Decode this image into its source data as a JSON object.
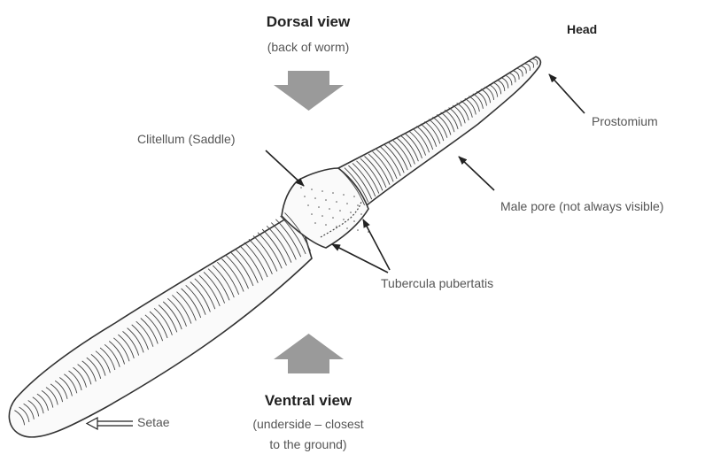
{
  "top_view": {
    "title": "Dorsal view",
    "subtitle": "(back of worm)"
  },
  "bottom_view": {
    "title": "Ventral view",
    "subtitle_line1": "(underside – closest",
    "subtitle_line2": "to the ground)"
  },
  "labels": {
    "head": "Head",
    "prostomium": "Prostomium",
    "clitellum": "Clitellum (Saddle)",
    "male_pore": "Male pore (not always visible)",
    "tubercula": "Tubercula pubertatis",
    "setae": "Setae"
  },
  "colors": {
    "arrow_fill": "#9a9a9a",
    "outline": "#333333",
    "text": "#555555"
  },
  "icons": {
    "dorsal_arrow": "arrow-down-icon",
    "ventral_arrow": "arrow-up-icon"
  }
}
